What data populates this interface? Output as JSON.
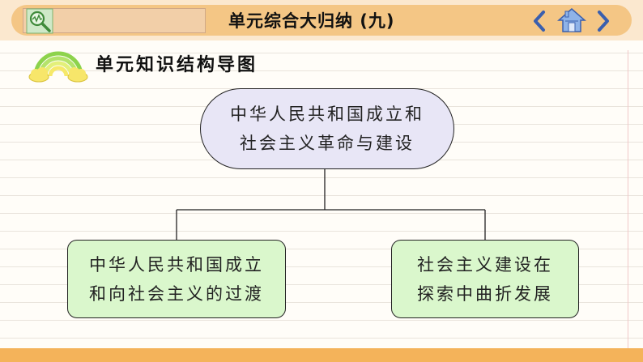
{
  "header": {
    "title": "单元综合大归纳 (九)",
    "search_icon": "search-icon",
    "nav": {
      "prev_icon": "chevron-left-icon",
      "home_icon": "home-icon",
      "next_icon": "chevron-right-icon"
    }
  },
  "section": {
    "icon": "rainbow-icon",
    "heading": "单元知识结构导图"
  },
  "diagram": {
    "root": {
      "line1": "中华人民共和国成立和",
      "line2": "社会主义革命与建设"
    },
    "children": [
      {
        "line1": "中华人民共和国成立",
        "line2": "和向社会主义的过渡"
      },
      {
        "line1": "社会主义建设在",
        "line2": "探索中曲折发展"
      }
    ]
  },
  "colors": {
    "header_band": "#f4c685",
    "root_fill": "#e8e6f6",
    "child_fill": "#daf7cc",
    "bottom_band": "#f4b35a"
  }
}
